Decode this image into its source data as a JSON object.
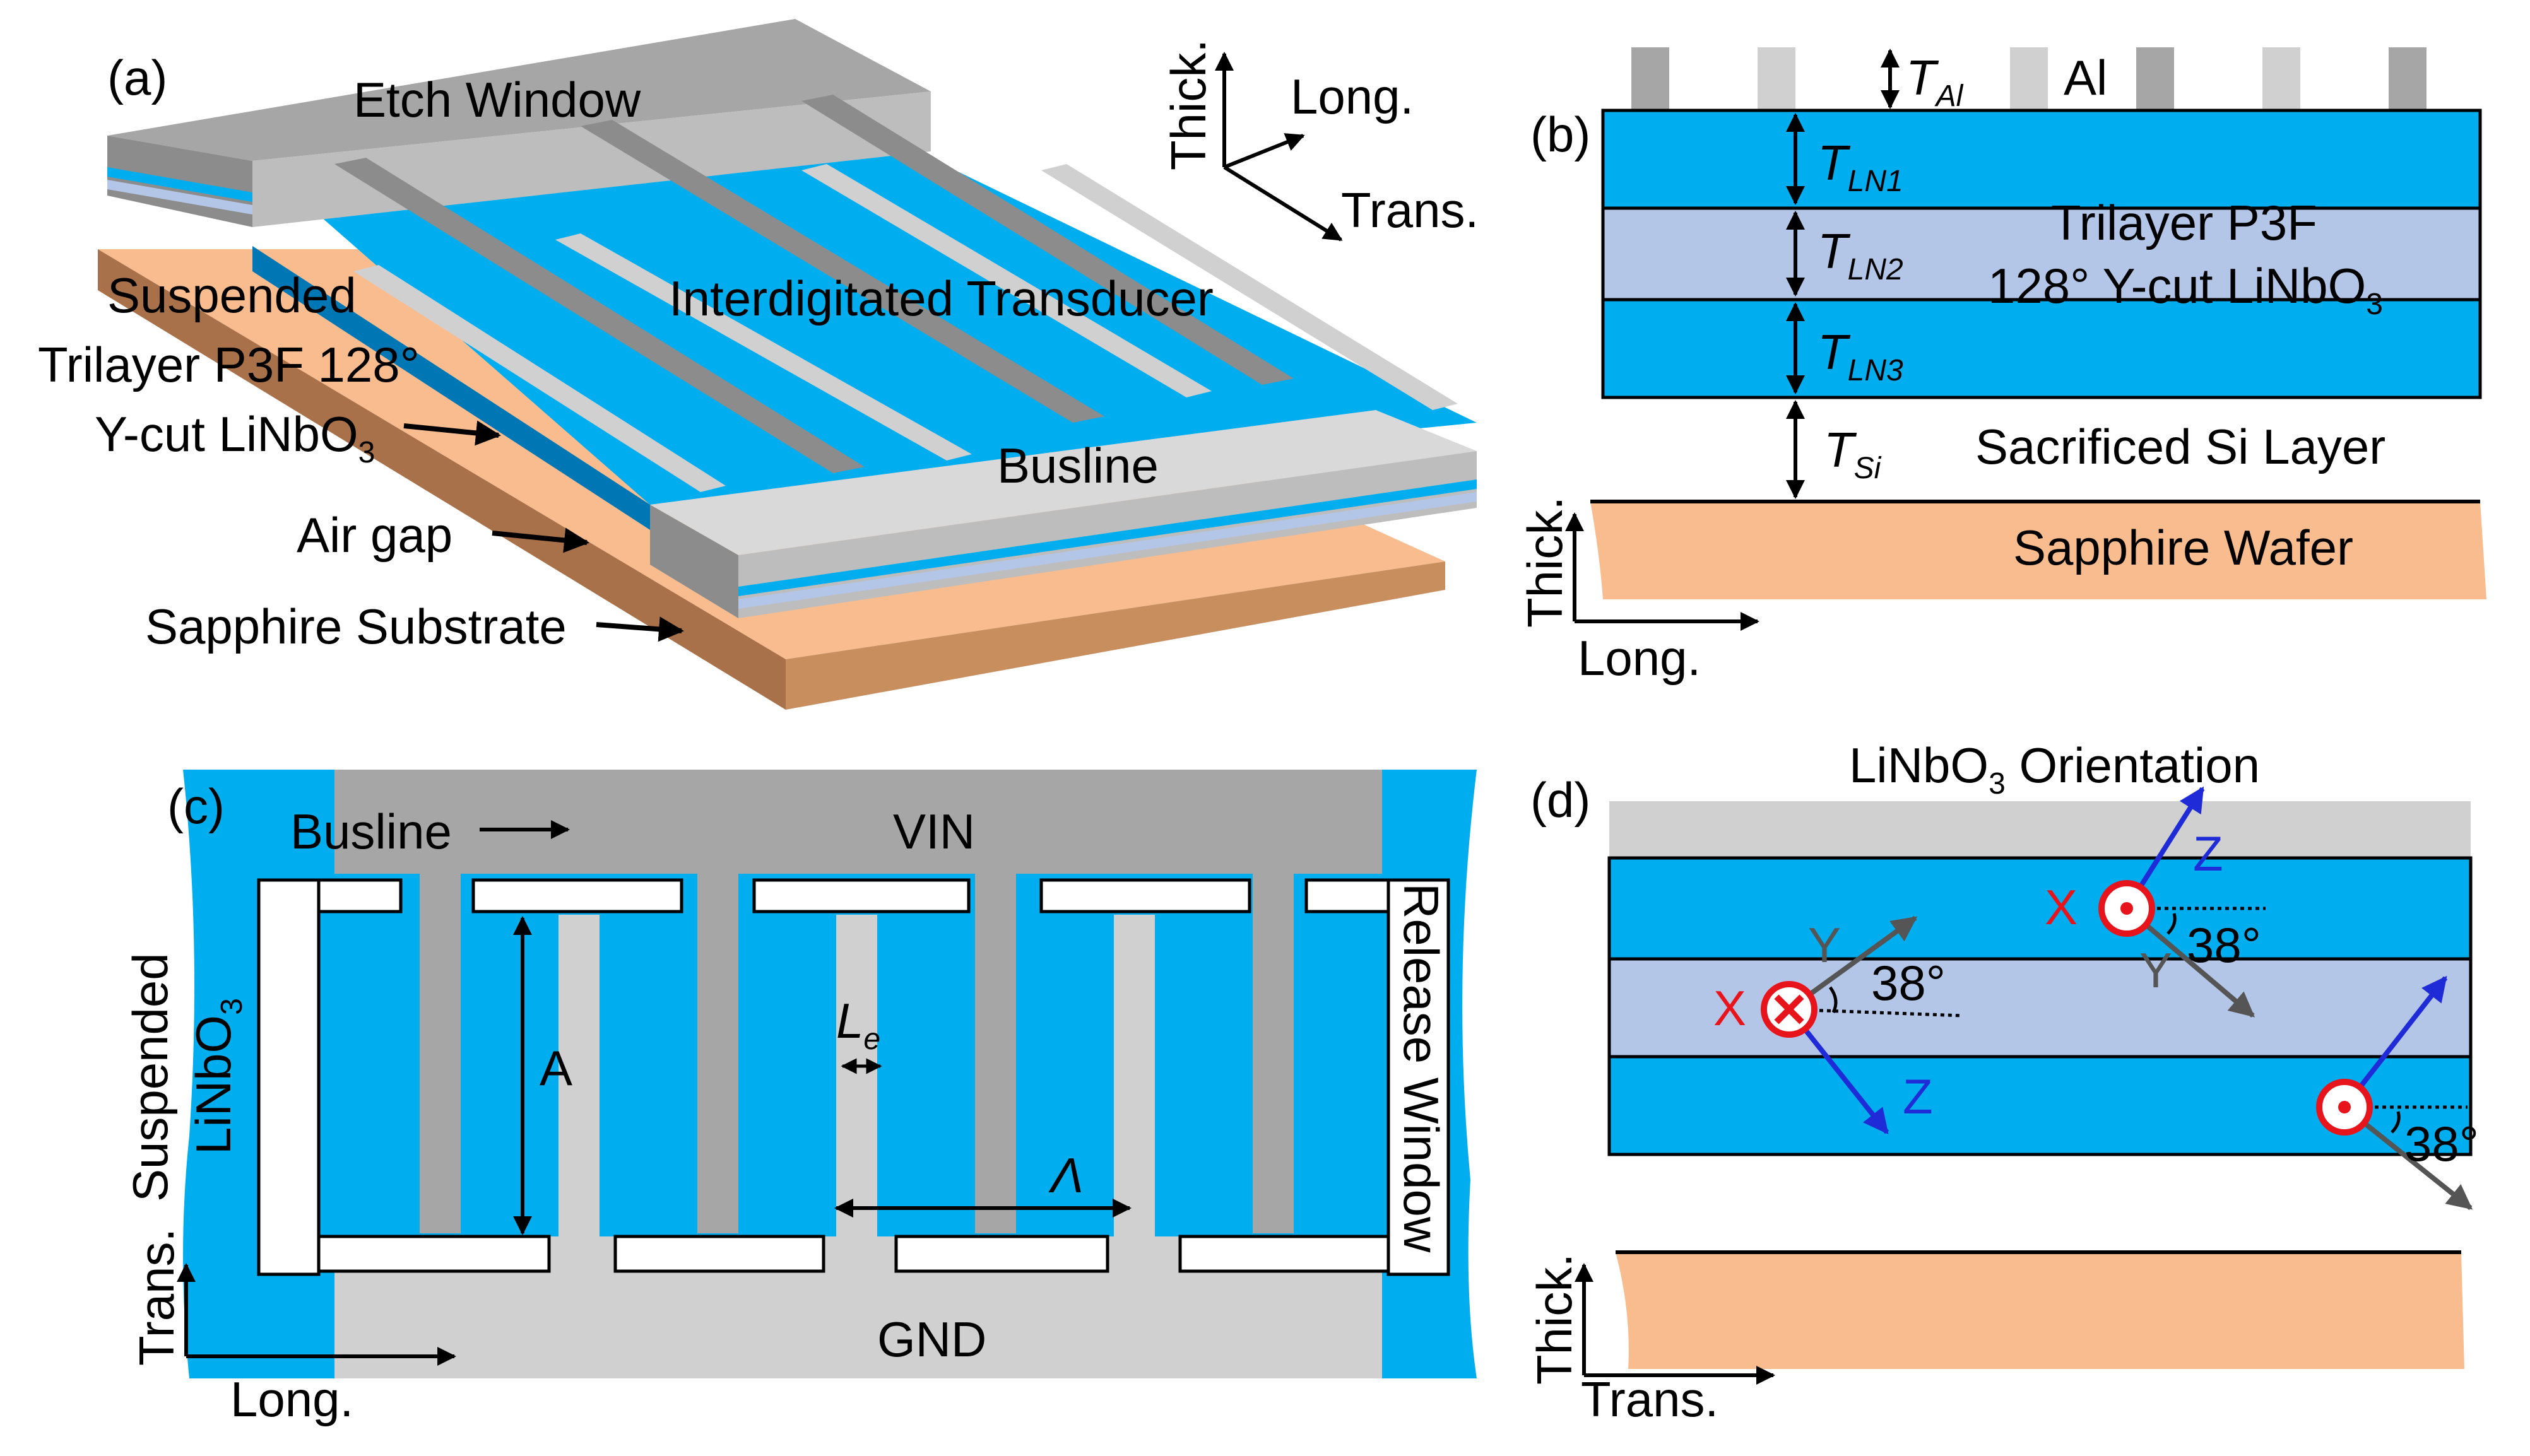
{
  "panel_a": {
    "label": "(a)",
    "etch_window": "Etch Window",
    "idt": "Interdigitated Transducer",
    "suspended_l1": "Suspended",
    "suspended_l2": "Trilayer P3F 128°",
    "suspended_l3": "Y-cut LiNbO",
    "suspended_l3_sub": "3",
    "busline": "Busline",
    "air_gap": "Air gap",
    "substrate": "Sapphire Substrate",
    "axis_thick": "Thick.",
    "axis_long": "Long.",
    "axis_trans": "Trans."
  },
  "panel_b": {
    "label": "(b)",
    "t_al": "T",
    "t_al_sub": "Al",
    "al": "Al",
    "t_ln1": "T",
    "t_ln1_sub": "LN1",
    "t_ln2": "T",
    "t_ln2_sub": "LN2",
    "t_ln3": "T",
    "t_ln3_sub": "LN3",
    "trilayer_l1": "Trilayer P3F",
    "trilayer_l2": "128° Y-cut LiNbO",
    "trilayer_l2_sub": "3",
    "t_si": "T",
    "t_si_sub": "Si",
    "sacrificed": "Sacrificed Si Layer",
    "sapphire": "Sapphire Wafer",
    "axis_thick": "Thick.",
    "axis_long": "Long."
  },
  "panel_c": {
    "label": "(c)",
    "busline": "Busline",
    "vin": "VIN",
    "gnd": "GND",
    "suspended_l1": "Suspended",
    "suspended_l2": "LiNbO",
    "suspended_l2_sub": "3",
    "release": "Release Window",
    "aperture": "A",
    "le": "L",
    "le_sub": "e",
    "lambda": "Λ",
    "axis_trans": "Trans.",
    "axis_long": "Long."
  },
  "panel_d": {
    "label": "(d)",
    "title": "LiNbO",
    "title_sub": "3",
    "title_rest": " Orientation",
    "x1": "X",
    "y1": "Y",
    "z1": "Z",
    "a1": "38°",
    "x2": "X",
    "y2": "Y",
    "z2": "Z",
    "a2": "38°",
    "a3": "38°",
    "axis_thick": "Thick.",
    "axis_trans": "Trans."
  },
  "colors": {
    "ln_blue": "#00aeef",
    "ln_light": "#b4c6e7",
    "metal_dark": "#a6a6a6",
    "metal_light": "#d0d0d0",
    "sapphire": "#f8bc8e",
    "red": "#e8141c",
    "blue_arrow": "#1f2bd6"
  }
}
